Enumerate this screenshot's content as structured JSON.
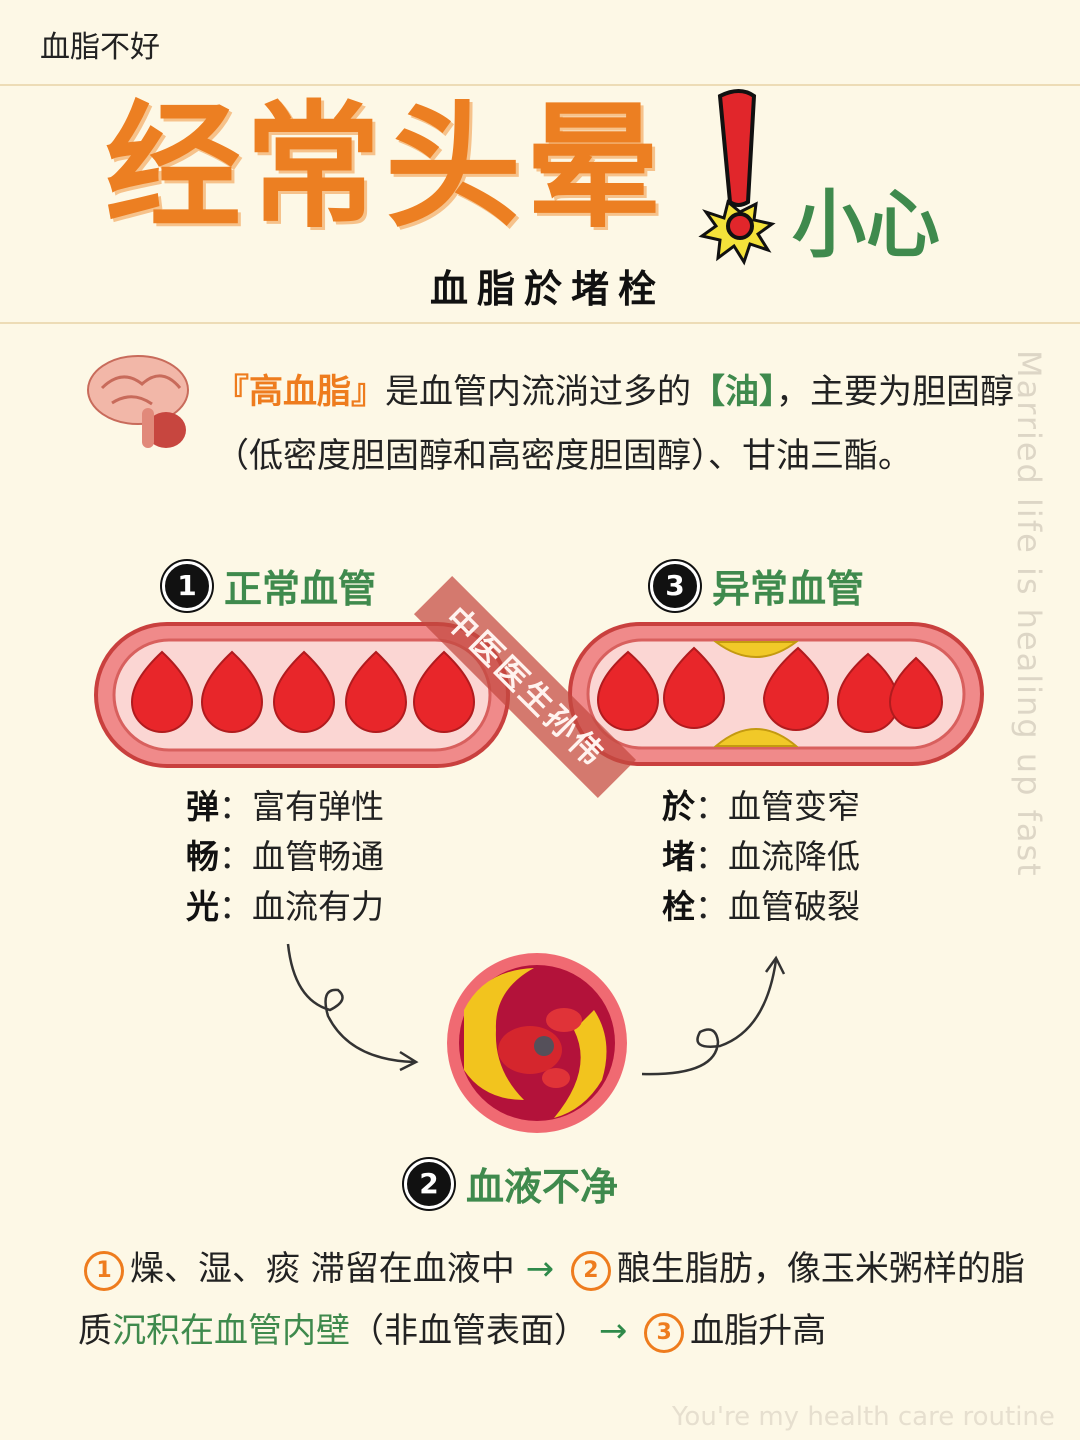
{
  "header": {
    "top_label": "血脂不好"
  },
  "hero": {
    "title": "经常头晕",
    "exclaim": "小心",
    "subtitle": "血脂於堵栓"
  },
  "intro": {
    "quote": "『高血脂』",
    "part1": "是血管内流淌过多的",
    "oil": "【油】",
    "part2": "，主要为胆固醇（低密度胆固醇和高密度胆固醇）、甘油三酯。"
  },
  "normal": {
    "num": "1",
    "title": "正常血管",
    "features": [
      {
        "key": "弹",
        "desc": "富有弹性"
      },
      {
        "key": "畅",
        "desc": "血管畅通"
      },
      {
        "key": "光",
        "desc": "血流有力"
      }
    ]
  },
  "abnormal": {
    "num": "3",
    "title": "异常血管",
    "features": [
      {
        "key": "於",
        "desc": "血管变窄"
      },
      {
        "key": "堵",
        "desc": "血流降低"
      },
      {
        "key": "栓",
        "desc": "血管破裂"
      }
    ]
  },
  "middle": {
    "num": "2",
    "title": "血液不净"
  },
  "bottom": {
    "n1": "1",
    "s1": "燥、湿、痰 滞留在血液中",
    "arrow1": "→",
    "n2": "2",
    "s2": "酿生脂肪，像玉米粥样的脂质",
    "s2_green": "沉积在血管内壁",
    "s2_tail": "（非血管表面）",
    "arrow2": "→",
    "n3": "3",
    "s3": "血脂升高"
  },
  "watermarks": {
    "stamp": "中医医生孙伟",
    "vertical": "Married life is healing up fast",
    "bottom": "You're my health care routine"
  },
  "colors": {
    "orange": "#ec7f22",
    "green": "#3f8a4d",
    "background": "#fdf8e6",
    "blood": "#e8262a"
  }
}
